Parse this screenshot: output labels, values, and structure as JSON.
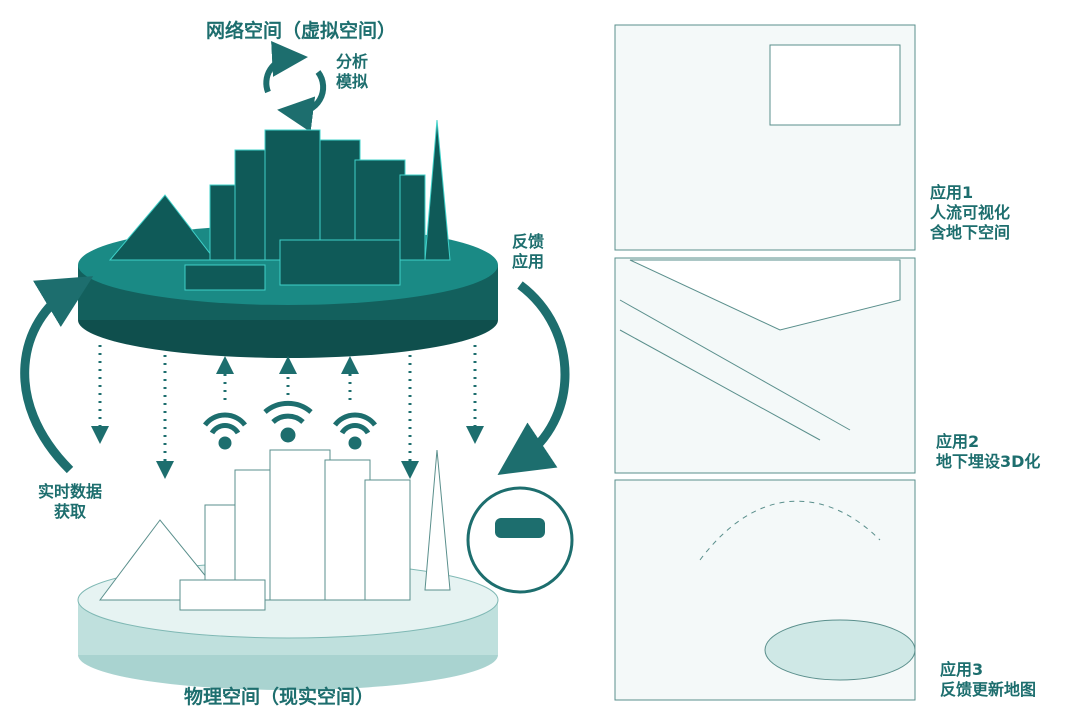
{
  "left": {
    "cyber_title": "网络空间（虚拟空间）",
    "analysis": [
      "分析",
      "模拟"
    ],
    "feedback": [
      "反馈",
      "应用"
    ],
    "realtime": [
      "实时数据",
      "获取"
    ],
    "physical_title": "物理空间（现实空间）"
  },
  "right": {
    "apps": [
      {
        "title": "应用1",
        "lines": [
          "人流可视化",
          "含地下空间"
        ]
      },
      {
        "title": "应用2",
        "lines": [
          "地下埋设3D化"
        ]
      },
      {
        "title": "应用3",
        "lines": [
          "反馈更新地图"
        ]
      }
    ]
  },
  "colors": {
    "teal": "#1d6e6e",
    "dark_teal": "#0f5a58",
    "light_teal": "#cfe8e6",
    "accent": "#1aa5a0"
  }
}
